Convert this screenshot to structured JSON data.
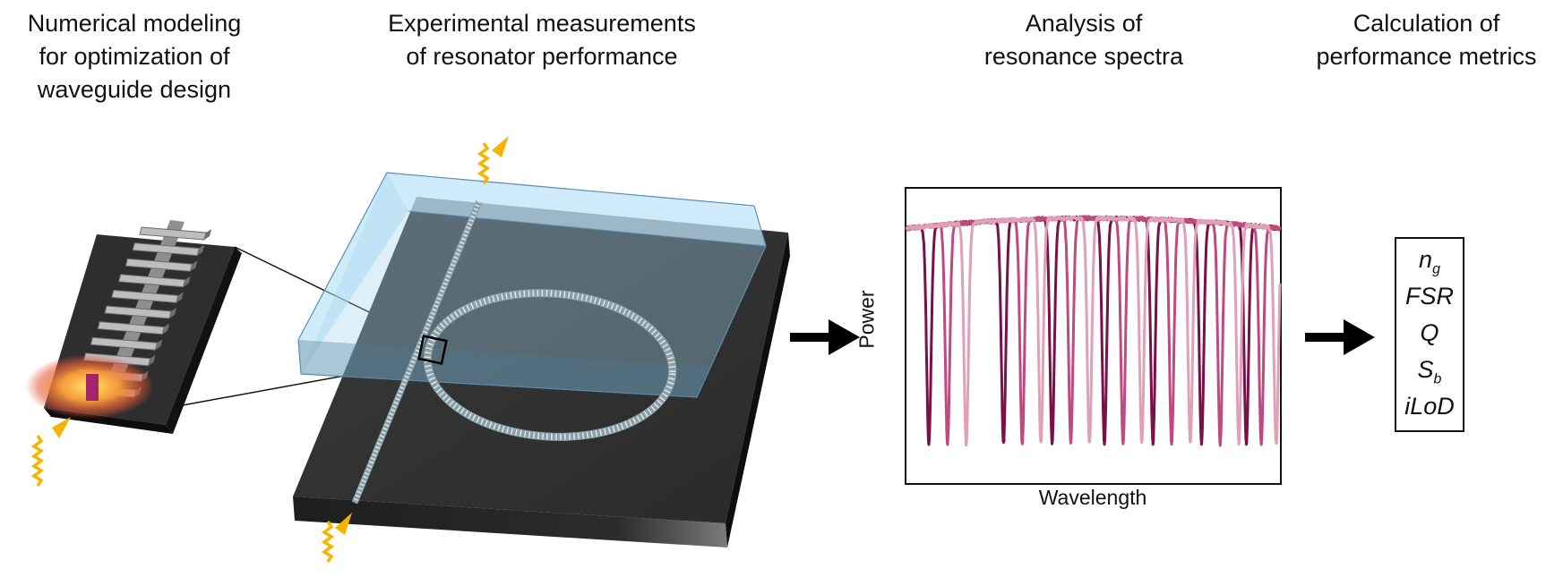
{
  "headings": {
    "modeling": [
      "Numerical modeling",
      "for optimization of",
      "waveguide design"
    ],
    "measurement": [
      "Experimental measurements",
      "of resonator performance"
    ],
    "analysis": [
      "Analysis of",
      "resonance spectra"
    ],
    "calculation": [
      "Calculation of",
      "performance metrics"
    ]
  },
  "chart_data": {
    "type": "line",
    "xlabel": "Wavelength",
    "ylabel": "Power",
    "x_ticks": "none",
    "y_ticks": "none",
    "series": [
      {
        "color": "#7a1048",
        "dips": [
          0.06,
          0.26,
          0.39,
          0.53,
          0.66,
          0.79,
          0.91
        ]
      },
      {
        "color": "#c04a7e",
        "dips": [
          0.11,
          0.31,
          0.44,
          0.58,
          0.71,
          0.84,
          0.95
        ]
      },
      {
        "color": "#e0a0b8",
        "dips": [
          0.16,
          0.36,
          0.49,
          0.63,
          0.76,
          0.89,
          0.99
        ]
      }
    ],
    "dip_depth": 0.85,
    "baseline": "slightly curved, maximum near the center"
  },
  "metrics": {
    "items": [
      {
        "main": "n",
        "sub": "g"
      },
      {
        "main": "FSR",
        "sub": ""
      },
      {
        "main": "Q",
        "sub": ""
      },
      {
        "main": "S",
        "sub": "b"
      },
      {
        "main": "iLoD",
        "sub": ""
      }
    ]
  },
  "colors": {
    "arrow": "#000000",
    "photon": "#f4b400",
    "chip": "#2b2b2b",
    "cladding": "#9fd3ef",
    "mode_glow": "#e8583a"
  },
  "icons": [
    "block-arrow",
    "photon-arrow",
    "waveguide-zoom-box"
  ]
}
